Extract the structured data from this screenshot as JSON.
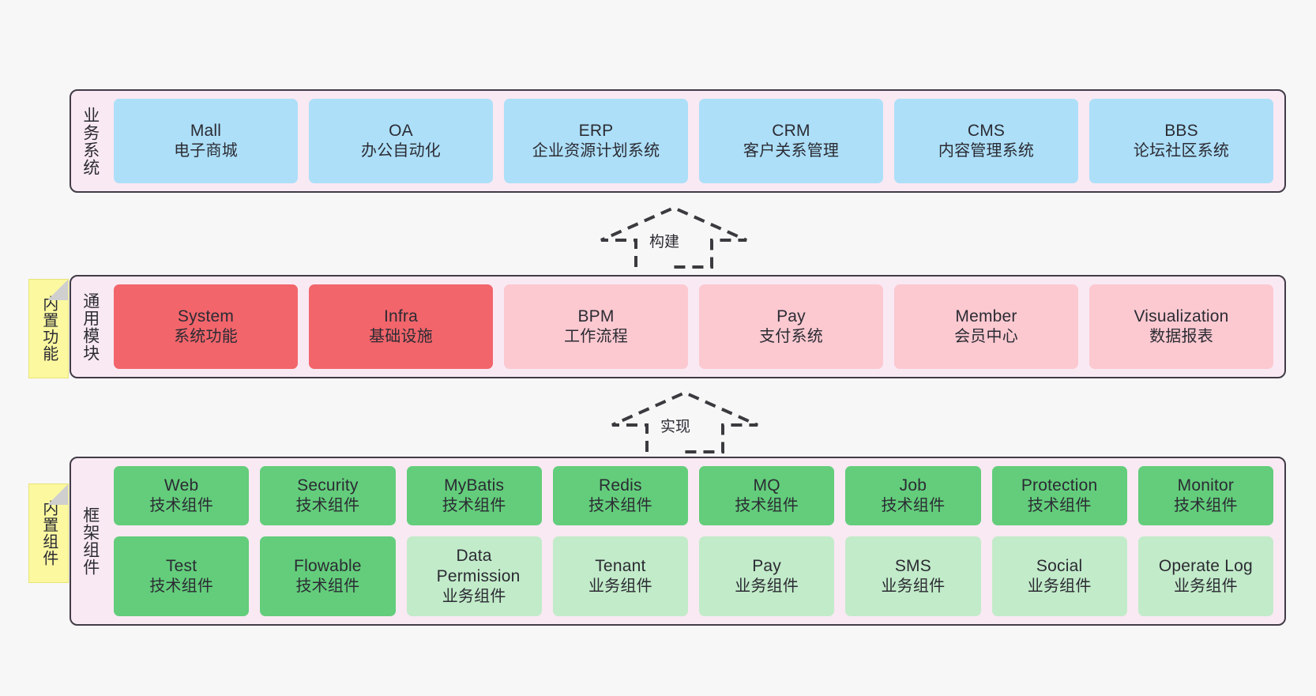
{
  "diagram": {
    "background_color": "#f7f7f7",
    "panel_fill": "#f9e9f3",
    "panel_border": "#413c47",
    "sticky_color": "#fbf8a0",
    "colors": {
      "blue": "#addff8",
      "red": "#f2656b",
      "pink": "#fcc9d1",
      "green": "#63cd7b",
      "green_light": "#c2ebc9"
    }
  },
  "layers": [
    {
      "id": "business-systems",
      "title": "业务系统",
      "sticky": null,
      "rows": [
        {
          "cards": [
            {
              "name": "Mall",
              "sub": "电子商城",
              "color": "blue"
            },
            {
              "name": "OA",
              "sub": "办公自动化",
              "color": "blue"
            },
            {
              "name": "ERP",
              "sub": "企业资源计划系统",
              "color": "blue"
            },
            {
              "name": "CRM",
              "sub": "客户关系管理",
              "color": "blue"
            },
            {
              "name": "CMS",
              "sub": "内容管理系统",
              "color": "blue"
            },
            {
              "name": "BBS",
              "sub": "论坛社区系统",
              "color": "blue"
            }
          ]
        }
      ]
    },
    {
      "id": "common-modules",
      "title": "通用模块",
      "sticky": "内置功能",
      "rows": [
        {
          "cards": [
            {
              "name": "System",
              "sub": "系统功能",
              "color": "red"
            },
            {
              "name": "Infra",
              "sub": "基础设施",
              "color": "red"
            },
            {
              "name": "BPM",
              "sub": "工作流程",
              "color": "pink"
            },
            {
              "name": "Pay",
              "sub": "支付系统",
              "color": "pink"
            },
            {
              "name": "Member",
              "sub": "会员中心",
              "color": "pink"
            },
            {
              "name": "Visualization",
              "sub": "数据报表",
              "color": "pink"
            }
          ]
        }
      ]
    },
    {
      "id": "framework-components",
      "title": "框架组件",
      "sticky": "内置组件",
      "rows": [
        {
          "cards": [
            {
              "name": "Web",
              "sub": "技术组件",
              "color": "green"
            },
            {
              "name": "Security",
              "sub": "技术组件",
              "color": "green"
            },
            {
              "name": "MyBatis",
              "sub": "技术组件",
              "color": "green"
            },
            {
              "name": "Redis",
              "sub": "技术组件",
              "color": "green"
            },
            {
              "name": "MQ",
              "sub": "技术组件",
              "color": "green"
            },
            {
              "name": "Job",
              "sub": "技术组件",
              "color": "green"
            },
            {
              "name": "Protection",
              "sub": "技术组件",
              "color": "green"
            },
            {
              "name": "Monitor",
              "sub": "技术组件",
              "color": "green"
            }
          ]
        },
        {
          "cards": [
            {
              "name": "Test",
              "sub": "技术组件",
              "color": "green"
            },
            {
              "name": "Flowable",
              "sub": "技术组件",
              "color": "green"
            },
            {
              "name": "Data Permission",
              "sub": "业务组件",
              "color": "green_light"
            },
            {
              "name": "Tenant",
              "sub": "业务组件",
              "color": "green_light"
            },
            {
              "name": "Pay",
              "sub": "业务组件",
              "color": "green_light"
            },
            {
              "name": "SMS",
              "sub": "业务组件",
              "color": "green_light"
            },
            {
              "name": "Social",
              "sub": "业务组件",
              "color": "green_light"
            },
            {
              "name": "Operate Log",
              "sub": "业务组件",
              "color": "green_light"
            }
          ]
        }
      ]
    }
  ],
  "arrows": [
    {
      "id": "arrow-build",
      "label": "构建"
    },
    {
      "id": "arrow-implement",
      "label": "实现"
    }
  ]
}
